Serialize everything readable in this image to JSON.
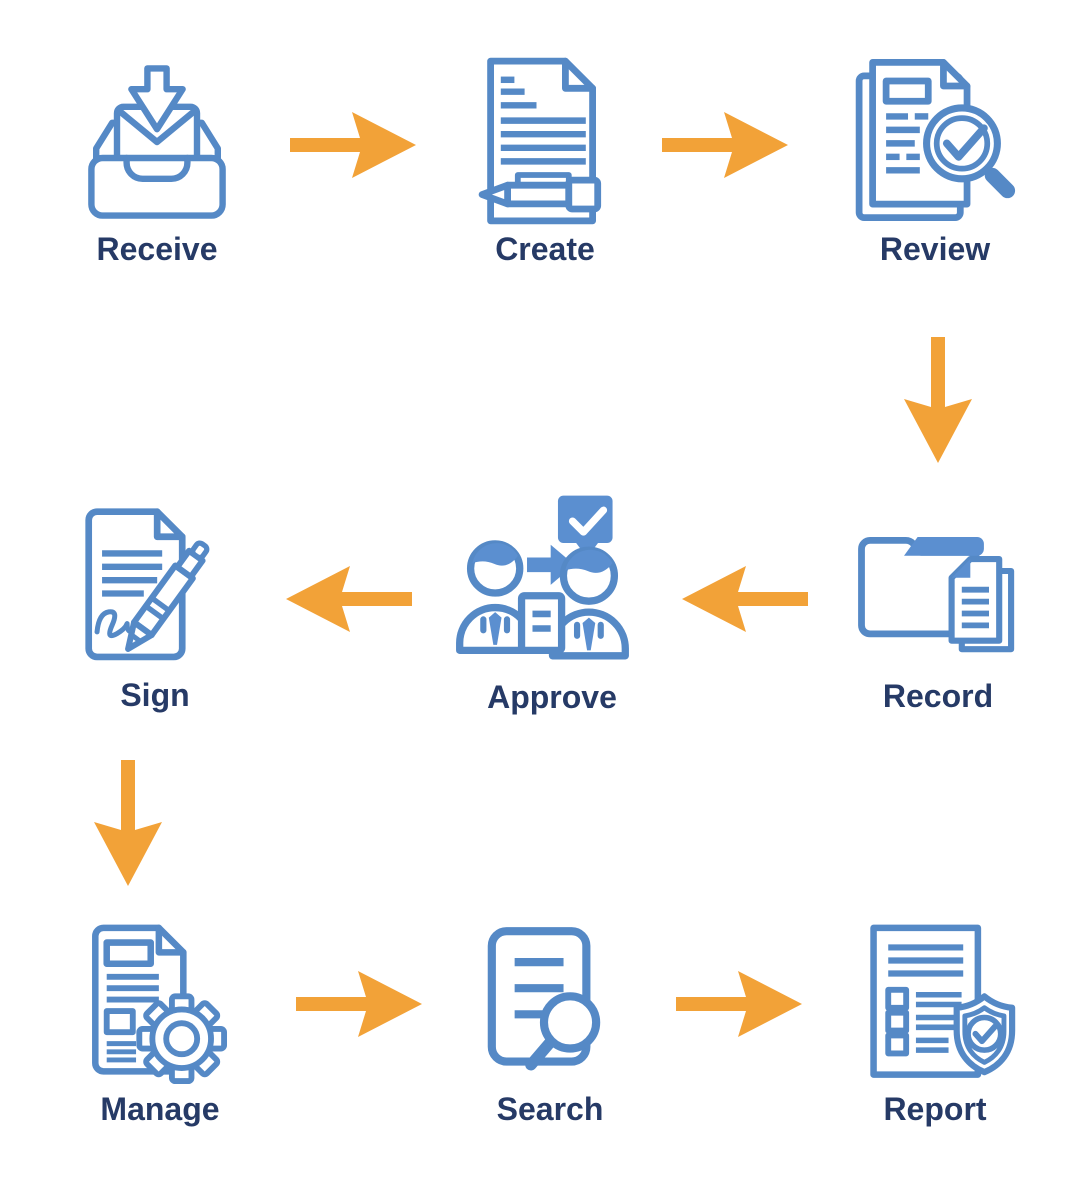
{
  "diagram": {
    "name": "document-workflow",
    "colors": {
      "icon_stroke": "#5589C6",
      "icon_accent": "#5B8FD0",
      "arrow": "#F2A238",
      "label": "#263A66",
      "background": "#FFFFFF"
    },
    "steps": [
      {
        "id": "receive",
        "label": "Receive",
        "icon": "inbox-envelope-download-icon"
      },
      {
        "id": "create",
        "label": "Create",
        "icon": "document-pencil-icon"
      },
      {
        "id": "review",
        "label": "Review",
        "icon": "documents-magnifier-check-icon"
      },
      {
        "id": "record",
        "label": "Record",
        "icon": "folder-documents-icon"
      },
      {
        "id": "approve",
        "label": "Approve",
        "icon": "people-approval-check-icon"
      },
      {
        "id": "sign",
        "label": "Sign",
        "icon": "document-pen-signature-icon"
      },
      {
        "id": "manage",
        "label": "Manage",
        "icon": "document-gear-icon"
      },
      {
        "id": "search",
        "label": "Search",
        "icon": "document-magnifier-icon"
      },
      {
        "id": "report",
        "label": "Report",
        "icon": "checklist-shield-check-icon"
      }
    ],
    "flow": [
      {
        "from": "Receive",
        "to": "Create",
        "direction": "right"
      },
      {
        "from": "Create",
        "to": "Review",
        "direction": "right"
      },
      {
        "from": "Review",
        "to": "Record",
        "direction": "down"
      },
      {
        "from": "Record",
        "to": "Approve",
        "direction": "left"
      },
      {
        "from": "Approve",
        "to": "Sign",
        "direction": "left"
      },
      {
        "from": "Sign",
        "to": "Manage",
        "direction": "down"
      },
      {
        "from": "Manage",
        "to": "Search",
        "direction": "right"
      },
      {
        "from": "Search",
        "to": "Report",
        "direction": "right"
      }
    ]
  }
}
